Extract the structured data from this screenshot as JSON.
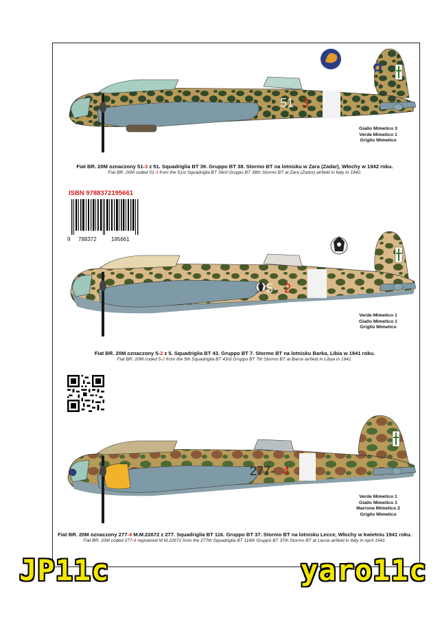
{
  "isbn": {
    "label": "ISBN 9788372195661",
    "digits": [
      "9",
      "788372",
      "195661"
    ]
  },
  "aircraft": [
    {
      "code_white": "51",
      "code_red": "3",
      "legend": [
        "Giallo Mimetico 3",
        "Verde Mimetico 1",
        "Griglio Mimetico"
      ],
      "caption_pl_a": "Fiat BR. 20M oznaczony 51-",
      "caption_pl_red": "3",
      "caption_pl_b": " z 51. Squadriglia BT 39. Gruppo BT 38. Stormo BT na lotnisku w Zara (Zadar), Włochy w 1942 roku.",
      "caption_en_a": "Fiat BR. 20M coded 51-",
      "caption_en_red": "3",
      "caption_en_b": " from the 51st Squadriglia BT 39rd Gruppo BT 38th Stormo BT at Zara (Zador) airfield in Italy in 1942."
    },
    {
      "code_white": "5-",
      "code_red": "2",
      "legend": [
        "Verde Mimetico 1",
        "Giallo Mimetico 1",
        "Griglio Mimetico"
      ],
      "caption_pl_a": "Fiat BR. 20M oznaczony 5-",
      "caption_pl_red": "2",
      "caption_pl_b": " z 5. Squadriglia BT 43. Gruppo BT 7. Stormo BT na lotnisku Barka, Libia w 1941 roku.",
      "caption_en_a": "Fiat BR. 20M coded 5-",
      "caption_en_red": "2",
      "caption_en_b": " from the 5th Squadriglia BT 43rd Gruppo BT 7th Stormo BT at Barce airfield in Libya in 1941."
    },
    {
      "code_white": "277-",
      "code_red": "4",
      "legend": [
        "Verde Mimetico 1",
        "Giallo Mimetico 1",
        "Marrone Mimetico 2",
        "Griglio Mimetico"
      ],
      "caption_pl_a": "Fiat BR. 20M oznaczony 277-",
      "caption_pl_red": "4",
      "caption_pl_b": " M.M.22672 z 277. Squadriglia BT 116. Gruppo BT 37. Stormo BT na lotnisku Lecce, Włochy w kwietniu 1941 roku.",
      "caption_en_a": "Fiat BR. 20M coded 277-",
      "caption_en_red": "4",
      "caption_en_b": " registered M.M.22672 from the 277th Squadriglia BT 116th Gruppo BT 37th Stormo BT at Lecce airfield in Italy in April 1941."
    }
  ],
  "watermarks": {
    "left": "JP11c",
    "right": "yaro11c"
  },
  "colors": {
    "accent_red": "#d11a1a",
    "watermark_yellow": "#f2e600"
  }
}
